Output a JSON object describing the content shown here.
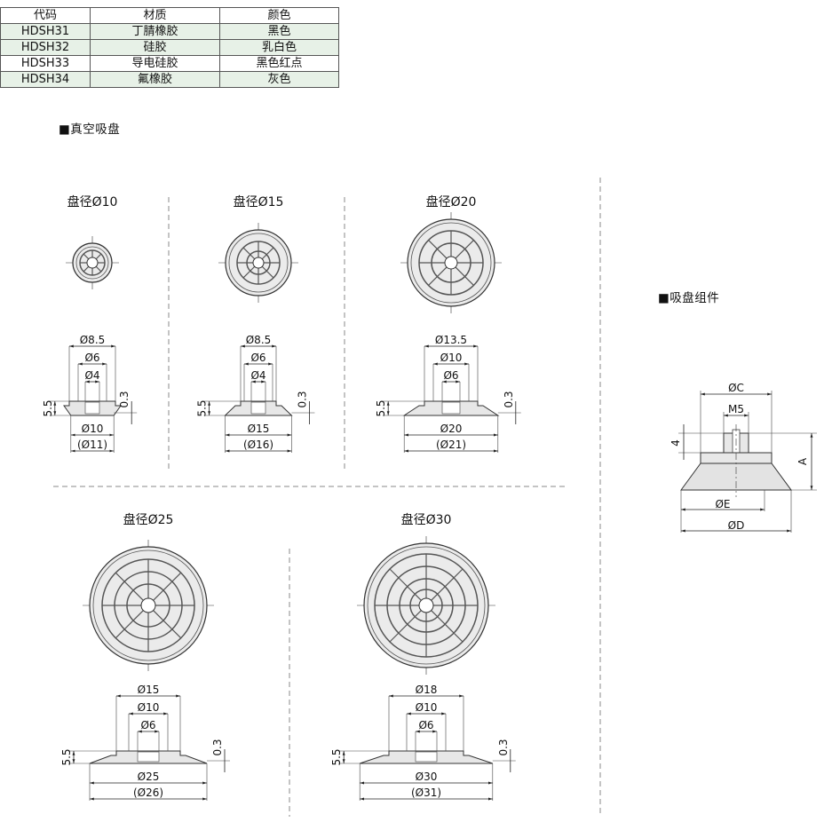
{
  "material_table": {
    "headers": [
      "代码",
      "材质",
      "颜色"
    ],
    "rows": [
      [
        "HDSH31",
        "丁腈橡胶",
        "黑色"
      ],
      [
        "HDSH32",
        "硅胶",
        "乳白色"
      ],
      [
        "HDSH33",
        "导电硅胶",
        "黑色红点"
      ],
      [
        "HDSH34",
        "氟橡胶",
        "灰色"
      ]
    ]
  },
  "section_vacuum": "■真空吸盘",
  "section_assembly": "■吸盘组件",
  "cups": [
    {
      "title": "盘径Ø10",
      "d1": "Ø8.5",
      "d2": "Ø6",
      "d3": "Ø4",
      "height": "5.5",
      "lip": "0.3",
      "od": "Ø10",
      "od_alt": "(Ø11)"
    },
    {
      "title": "盘径Ø15",
      "d1": "Ø8.5",
      "d2": "Ø6",
      "d3": "Ø4",
      "height": "5.5",
      "lip": "0.3",
      "od": "Ø15",
      "od_alt": "(Ø16)"
    },
    {
      "title": "盘径Ø20",
      "d1": "Ø13.5",
      "d2": "Ø10",
      "d3": "Ø6",
      "height": "5.5",
      "lip": "0.3",
      "od": "Ø20",
      "od_alt": "(Ø21)"
    },
    {
      "title": "盘径Ø25",
      "d1": "Ø15",
      "d2": "Ø10",
      "d3": "Ø6",
      "height": "5.5",
      "lip": "0.3",
      "od": "Ø25",
      "od_alt": "(Ø26)"
    },
    {
      "title": "盘径Ø30",
      "d1": "Ø18",
      "d2": "Ø10",
      "d3": "Ø6",
      "height": "5.5",
      "lip": "0.3",
      "od": "Ø30",
      "od_alt": "(Ø31)"
    }
  ],
  "assembly": {
    "c": "ØC",
    "m": "M5",
    "h": "4",
    "a": "A",
    "e": "ØE",
    "d": "ØD"
  }
}
